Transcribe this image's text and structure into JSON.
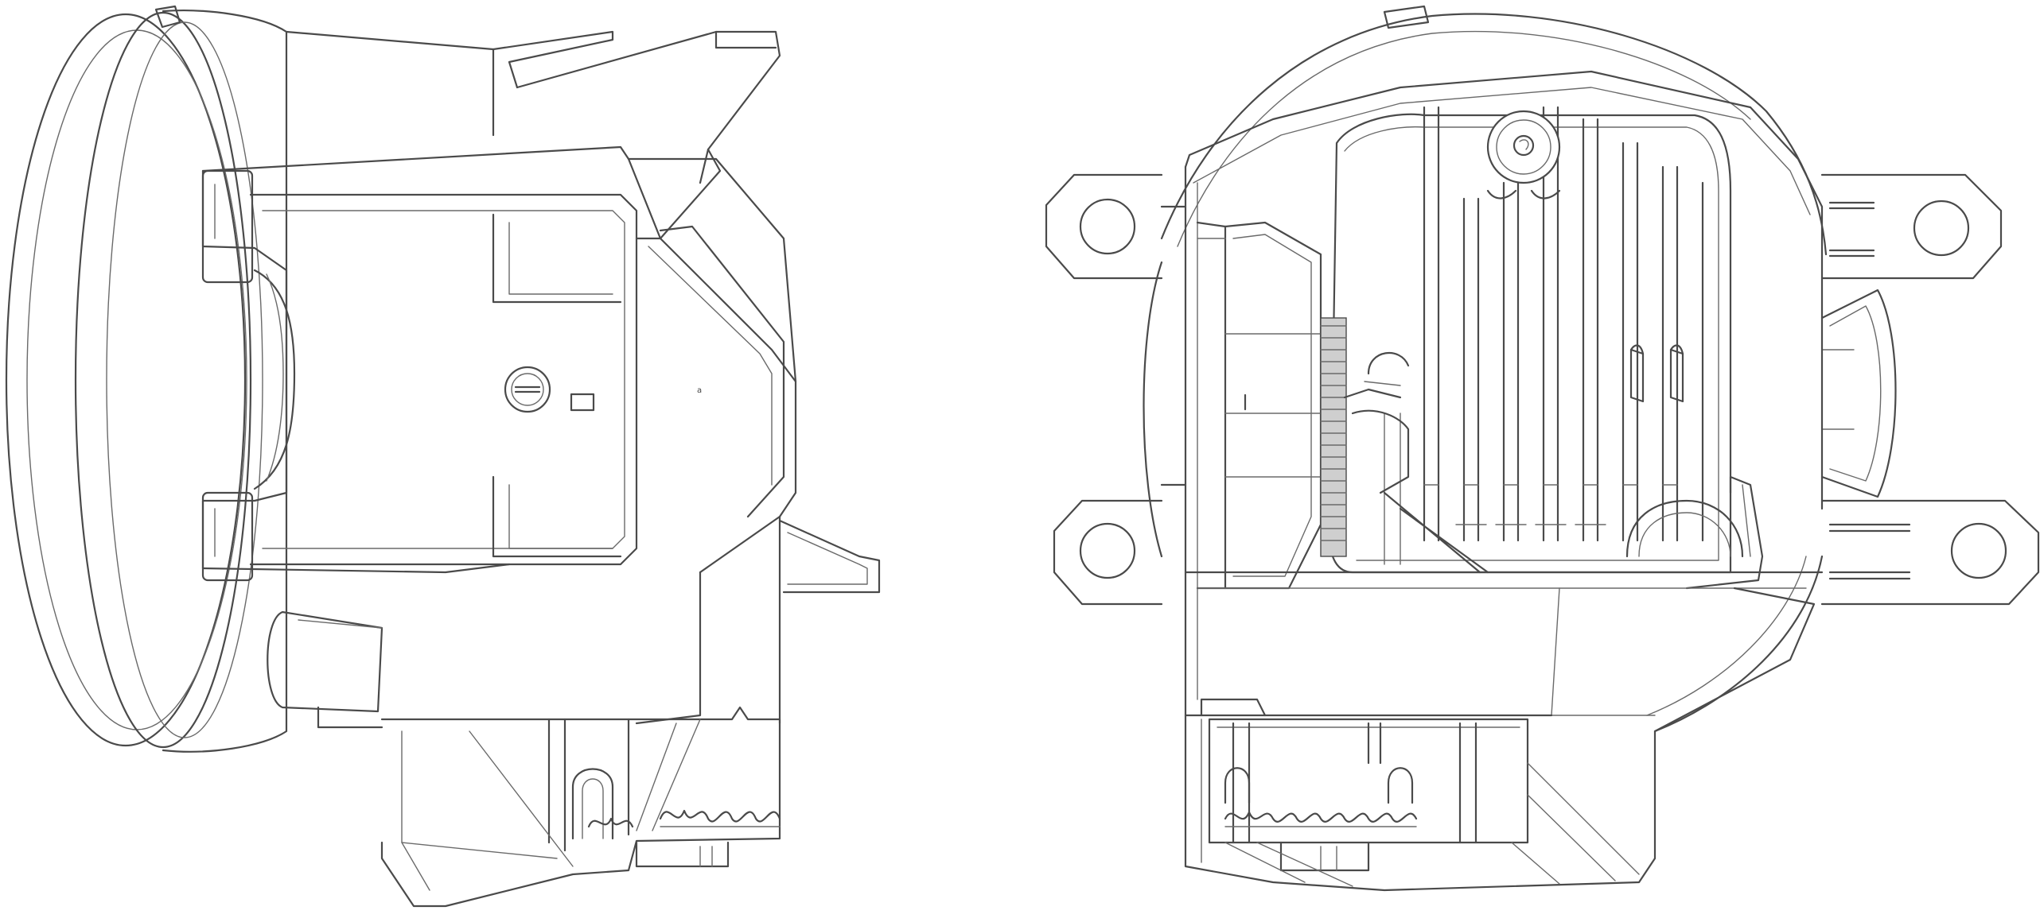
{
  "figure": {
    "views": [
      {
        "id": "side-view",
        "markings": {
          "tiny_glyph": "a"
        }
      },
      {
        "id": "rear-view",
        "markings": {
          "tick": "|"
        }
      }
    ],
    "colors": {
      "stroke": "#4a4a4a",
      "thin_stroke": "#6a6a6a",
      "background": "#ffffff",
      "shade": "#cfcfcf"
    }
  }
}
